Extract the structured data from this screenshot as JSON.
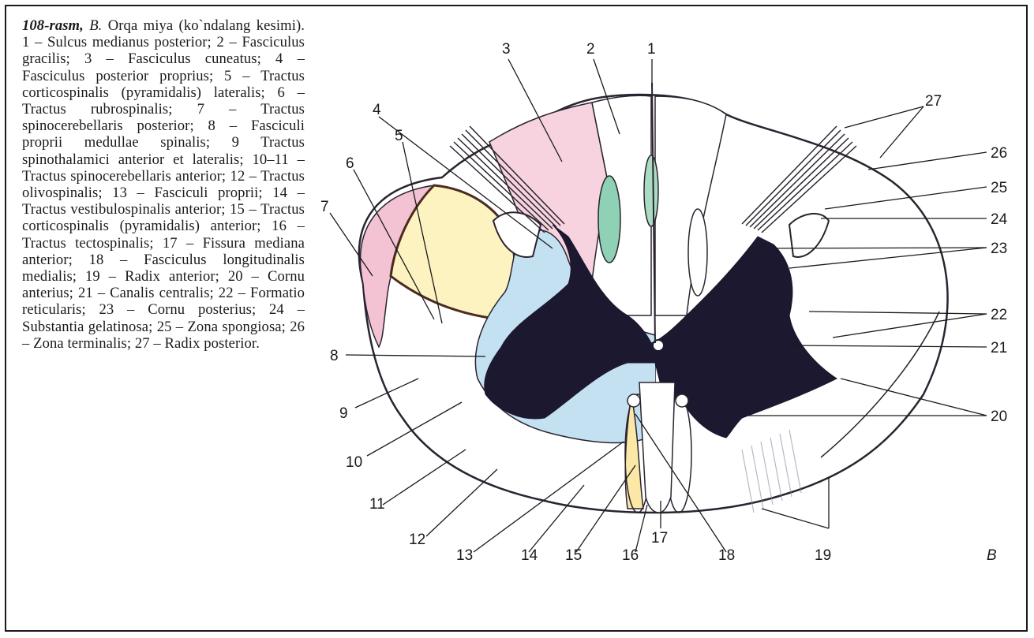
{
  "caption": {
    "fig_no": "108-rasm,",
    "fig_letter": "B.",
    "text": " Orqa miya (ko`ndalang kesimi). 1 – Sulcus medianus posterior; 2 – Fasciculus gracilis; 3 – Fasciculus cuneatus; 4 – Fasciculus posterior proprius; 5 – Tractus corticospinalis (pyramidalis) lateralis; 6 – Tractus rubrospinalis; 7 – Tractus spinocerebellaris posterior; 8 – Fasciculi proprii medullae spinalis; 9 Tractus spinothalamici anterior et lateralis; 10–11 – Tractus spinocerebellaris anterior; 12 – Tractus olivospinalis; 13 – Fasciculi proprii; 14 – Tractus vestibulospinalis anterior; 15 – Tractus corticospinalis (pyramidalis) anterior; 16 – Tractus tectospinalis; 17 – Fissura mediana anterior; 18 – Fasciculus longitudinalis medialis; 19 – Radix anterior; 20 – Cornu anterius; 21 – Canalis centralis; 22 – Formatio reticularis; 23 – Cornu posterius; 24 – Substantia gelatinosa; 25 – Zona spongiosa; 26 – Zona terminalis; 27 – Radix posterior."
  },
  "figure": {
    "panel_letter": "B",
    "labels": {
      "n1": "1",
      "n2": "2",
      "n3": "3",
      "n4": "4",
      "n5": "5",
      "n6": "6",
      "n7": "7",
      "n8": "8",
      "n9": "9",
      "n10": "10",
      "n11": "11",
      "n12": "12",
      "n13": "13",
      "n14": "14",
      "n15": "15",
      "n16": "16",
      "n17": "17",
      "n18": "18",
      "n19": "19",
      "n20": "20",
      "n21": "21",
      "n22": "22",
      "n23": "23",
      "n24": "24",
      "n25": "25",
      "n26": "26",
      "n27": "27"
    }
  },
  "colors": {
    "grey_matter": "#1c1830",
    "fasciculi_proprii_blue": "#c4e1f2",
    "gracilis_cuneatus_pink": "#f6d3df",
    "lateral_corticospinal_yellow": "#fdf3c0",
    "spinocerebellar_pink": "#f3c3d4",
    "green": "#8fd1b4",
    "outline": "#2a2430"
  }
}
